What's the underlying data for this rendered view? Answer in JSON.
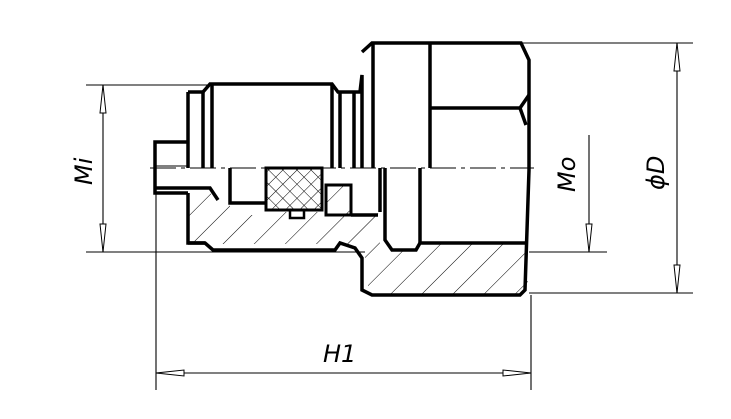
{
  "drawing": {
    "labels": {
      "inner_thread": "Mi",
      "outer_thread": "Mo",
      "outer_diameter": "ϕD",
      "length": "H1"
    },
    "line_color": "#000000",
    "background": "#ffffff"
  }
}
